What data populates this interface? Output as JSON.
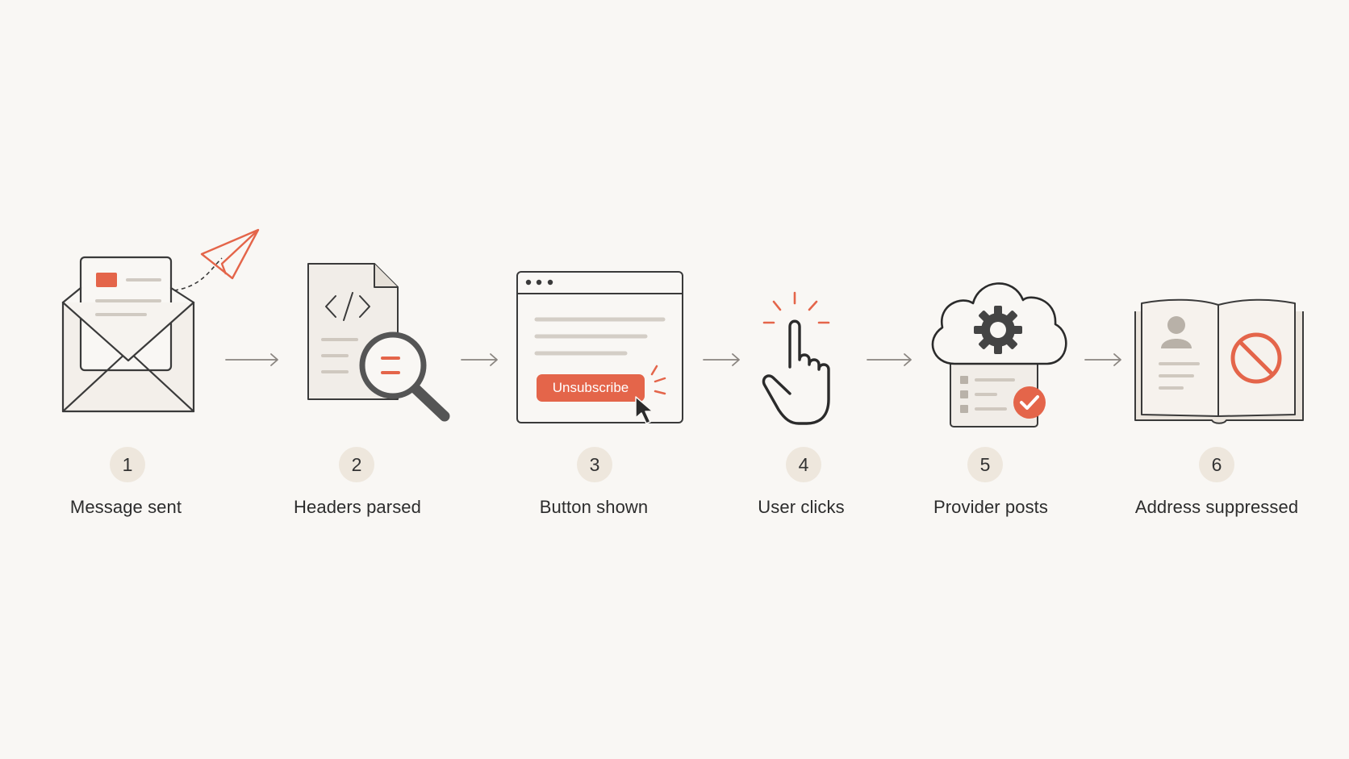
{
  "diagram": {
    "colors": {
      "background": "#f9f7f4",
      "stroke": "#3a3a3a",
      "accent": "#e4654a",
      "badge": "#eee7dd",
      "muted_line": "#d8d3cc"
    },
    "steps": [
      {
        "number": "1",
        "label": "Message sent",
        "icon": "envelope-paper-plane-icon"
      },
      {
        "number": "2",
        "label": "Headers parsed",
        "icon": "code-document-magnifier-icon"
      },
      {
        "number": "3",
        "label": "Button shown",
        "icon": "browser-unsubscribe-icon",
        "button_label": "Unsubscribe"
      },
      {
        "number": "4",
        "label": "User clicks",
        "icon": "pointing-hand-click-icon"
      },
      {
        "number": "5",
        "label": "Provider posts",
        "icon": "cloud-gear-checklist-icon"
      },
      {
        "number": "6",
        "label": "Address suppressed",
        "icon": "address-book-blocked-icon"
      }
    ],
    "connectors": [
      "arrow-right-icon",
      "arrow-right-icon",
      "arrow-right-icon",
      "arrow-right-icon",
      "arrow-right-icon"
    ]
  }
}
